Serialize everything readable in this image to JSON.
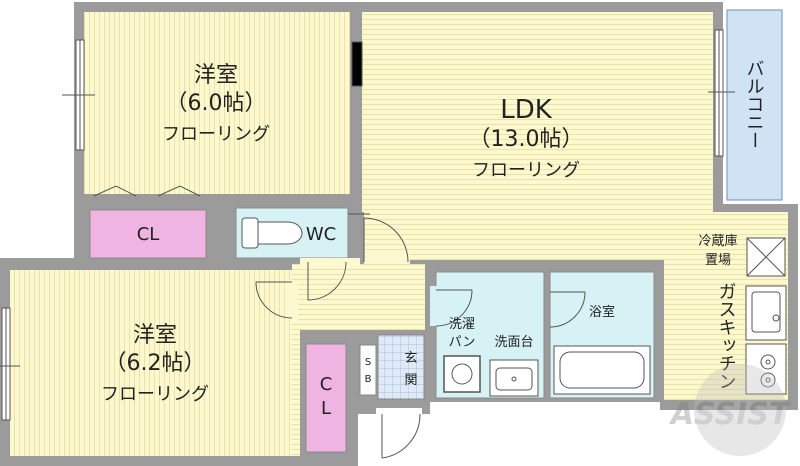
{
  "rooms": {
    "western_room_1": {
      "name": "洋室",
      "size": "（6.0帖）",
      "floor": "フローリング"
    },
    "ldk": {
      "name": "LDK",
      "size": "（13.0帖）",
      "floor": "フローリング"
    },
    "western_room_2": {
      "name": "洋室",
      "size": "（6.2帖）",
      "floor": "フローリング"
    },
    "closet_1": "CL",
    "closet_2_a": "C",
    "closet_2_b": "L",
    "wc": "WC",
    "balcony": "バルコニー",
    "fridge_a": "冷蔵庫",
    "fridge_b": "置場",
    "gas_kitchen": "ガスキッチン",
    "washer_a": "洗濯",
    "washer_b": "パン",
    "washbasin": "洗面台",
    "bath": "浴室",
    "entrance_a": "玄",
    "entrance_b": "関",
    "shoe_box_a": "S",
    "shoe_box_b": "B"
  },
  "watermark": "ASSIST",
  "colors": {
    "floor_yellow": "#fcf8cf",
    "floor_stripe": "#ece3a2",
    "wall_gray": "#9b9b9b",
    "closet_pink": "#f0b4e2",
    "wet_blue": "#d7f2f4",
    "balcony_blue": "#cfe3f5"
  }
}
